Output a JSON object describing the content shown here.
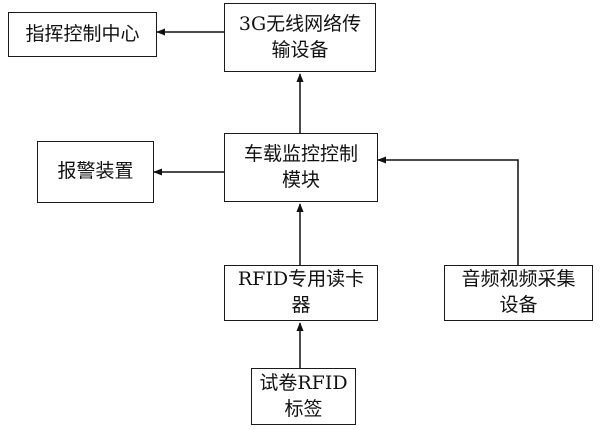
{
  "nodes": {
    "command_center": {
      "label": "指挥控制中心"
    },
    "wireless_3g": {
      "line1": "3G无线网络传",
      "line2": "输设备"
    },
    "alarm": {
      "label": "报警装置"
    },
    "vehicle_control": {
      "line1": "车载监控控制",
      "line2": "模块"
    },
    "rfid_reader": {
      "line1": "RFID专用读卡",
      "line2": "器"
    },
    "av_capture": {
      "line1": "音频视频采集",
      "line2": "设备"
    },
    "rfid_tag": {
      "line1": "试卷RFID",
      "line2": "标签"
    }
  },
  "edges": [
    {
      "from": "wireless_3g",
      "to": "command_center"
    },
    {
      "from": "vehicle_control",
      "to": "wireless_3g"
    },
    {
      "from": "vehicle_control",
      "to": "alarm"
    },
    {
      "from": "rfid_reader",
      "to": "vehicle_control"
    },
    {
      "from": "av_capture",
      "to": "vehicle_control"
    },
    {
      "from": "rfid_tag",
      "to": "rfid_reader"
    }
  ]
}
